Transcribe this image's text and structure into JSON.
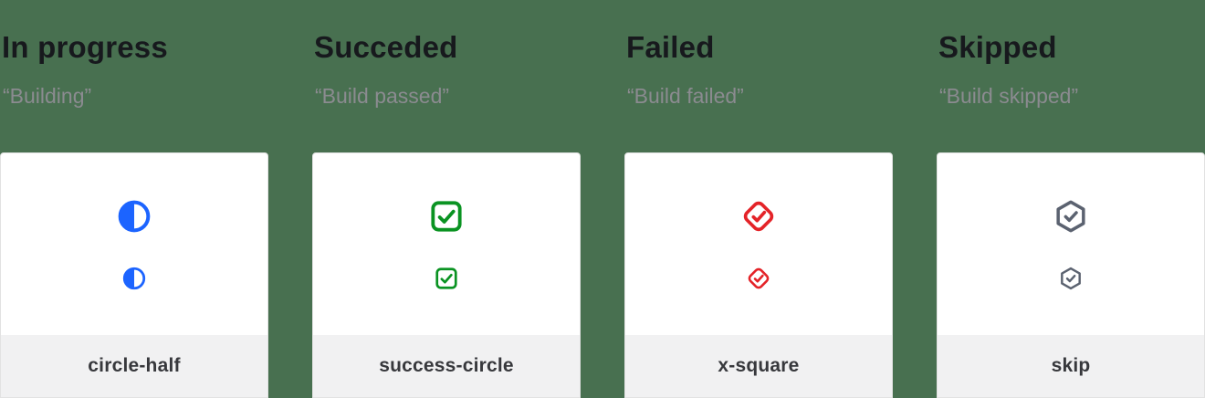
{
  "page": {
    "background_color": "#487050",
    "card_background": "#ffffff",
    "card_border_color": "#e2e2e2",
    "footer_background": "#f1f1f2",
    "title_color": "#17191d",
    "subtitle_color": "#8b8b90"
  },
  "columns": [
    {
      "title": "In progress",
      "subtitle": "“Building”",
      "icon": "circle-half-icon",
      "label": "circle-half",
      "icon_color": "#1c64ff"
    },
    {
      "title": "Succeded",
      "subtitle": "“Build passed”",
      "icon": "success-circle-icon",
      "label": "success-circle",
      "icon_color": "#0a9322"
    },
    {
      "title": "Failed",
      "subtitle": "“Build failed”",
      "icon": "x-square-icon",
      "label": "x-square",
      "icon_color": "#e42328"
    },
    {
      "title": "Skipped",
      "subtitle": "“Build skipped”",
      "icon": "skip-icon",
      "label": "skip",
      "icon_color": "#5b6270"
    }
  ]
}
